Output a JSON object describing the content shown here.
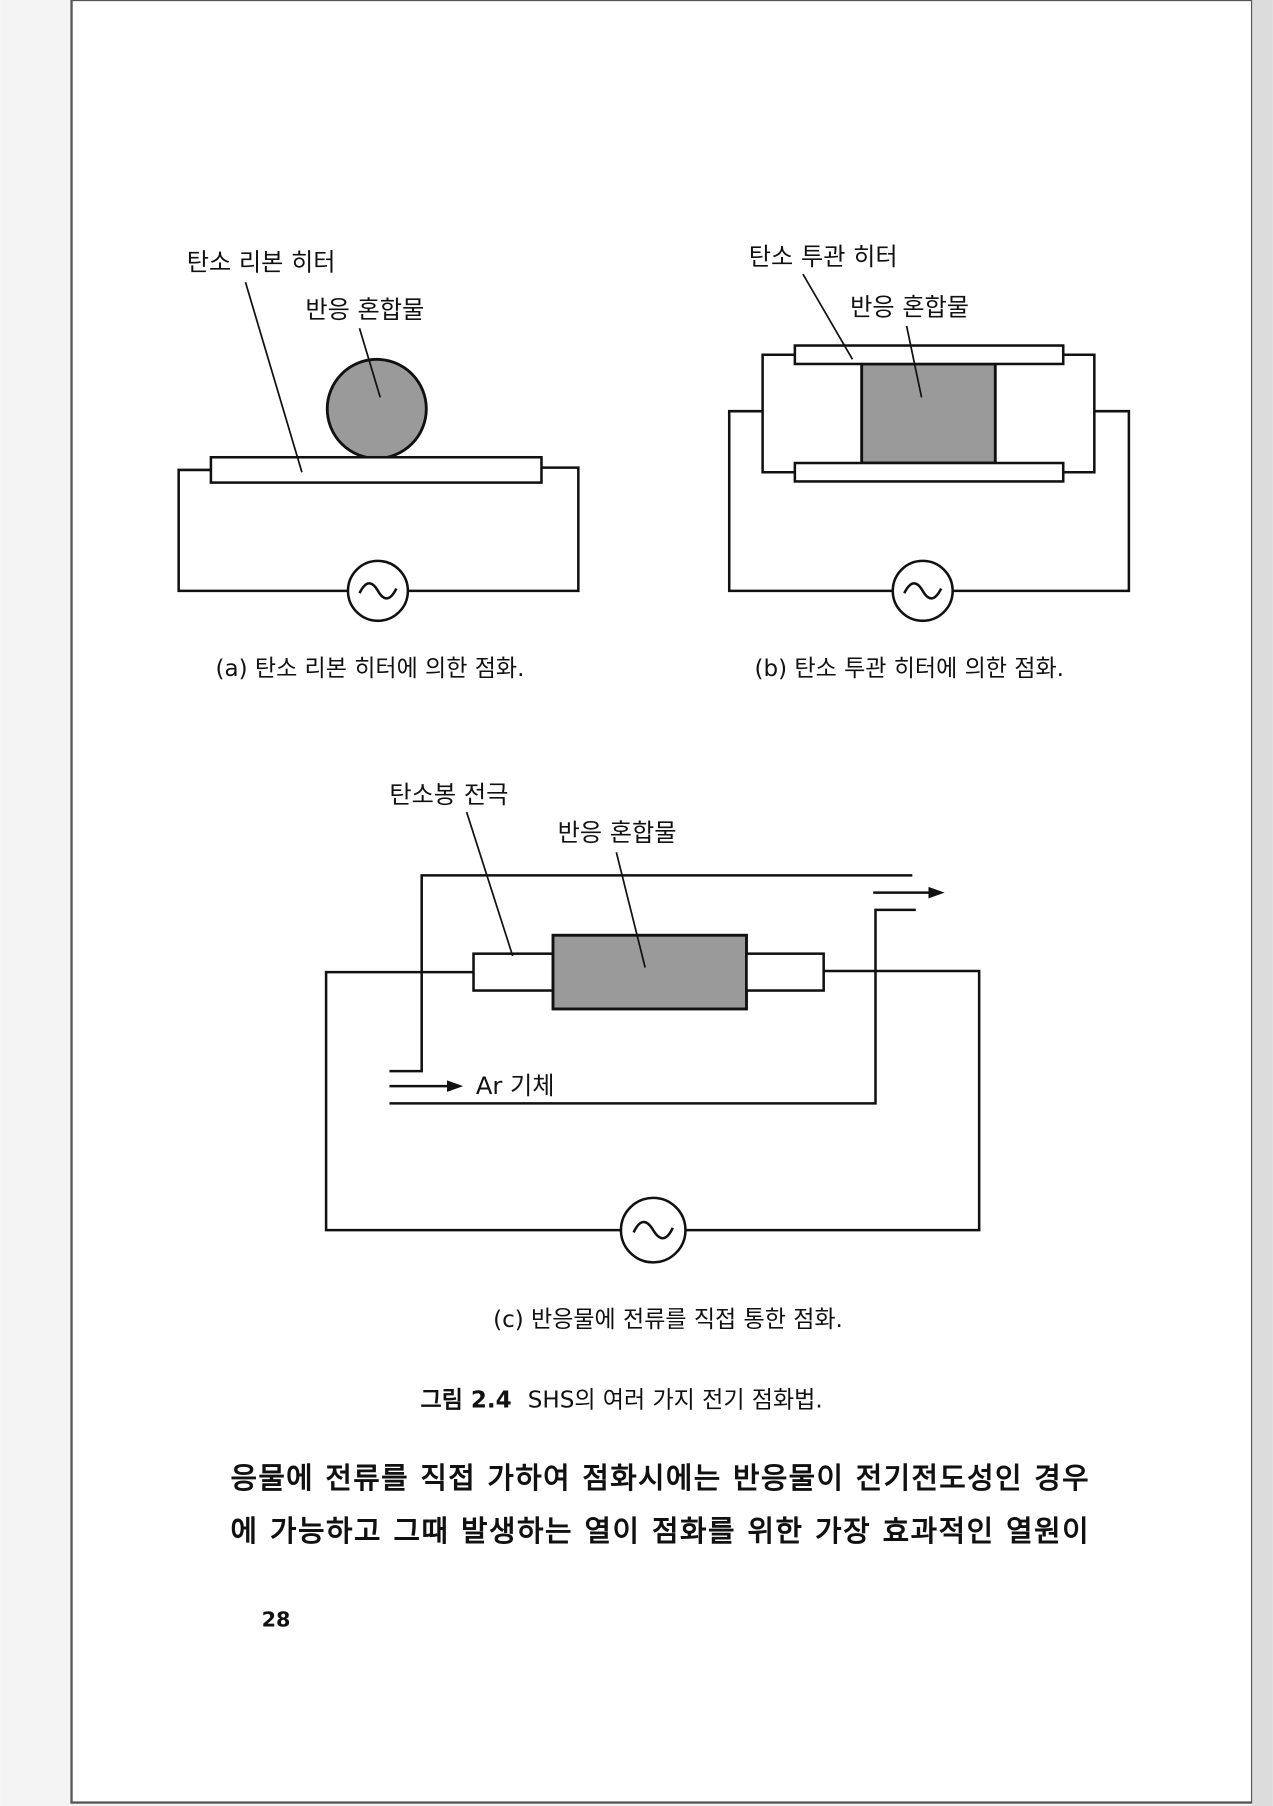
{
  "figure_a": {
    "label_heater": "탄소 리본 히터",
    "label_mixture": "반응 혼합물",
    "caption": "(a) 탄소 리본 히터에 의한 점화."
  },
  "figure_b": {
    "label_heater": "탄소 투관 히터",
    "label_mixture": "반응 혼합물",
    "caption": "(b) 탄소 투관 히터에 의한 점화."
  },
  "figure_c": {
    "label_electrode": "탄소봉 전극",
    "label_mixture": "반응 혼합물",
    "label_gas": "Ar 기체",
    "caption": "(c) 반응물에 전류를 직접 통한 점화."
  },
  "figure_caption": {
    "prefix": "그림 2.4",
    "text": "SHS의 여러 가지 전기 점화법."
  },
  "body_lines": [
    "응물에 전류를 직접 가하여 점화시에는 반응물이 전기전도성인 경우",
    "에 가능하고 그때 발생하는 열이 점화를 위한 가장 효과적인 열원이"
  ],
  "page_number": "28"
}
